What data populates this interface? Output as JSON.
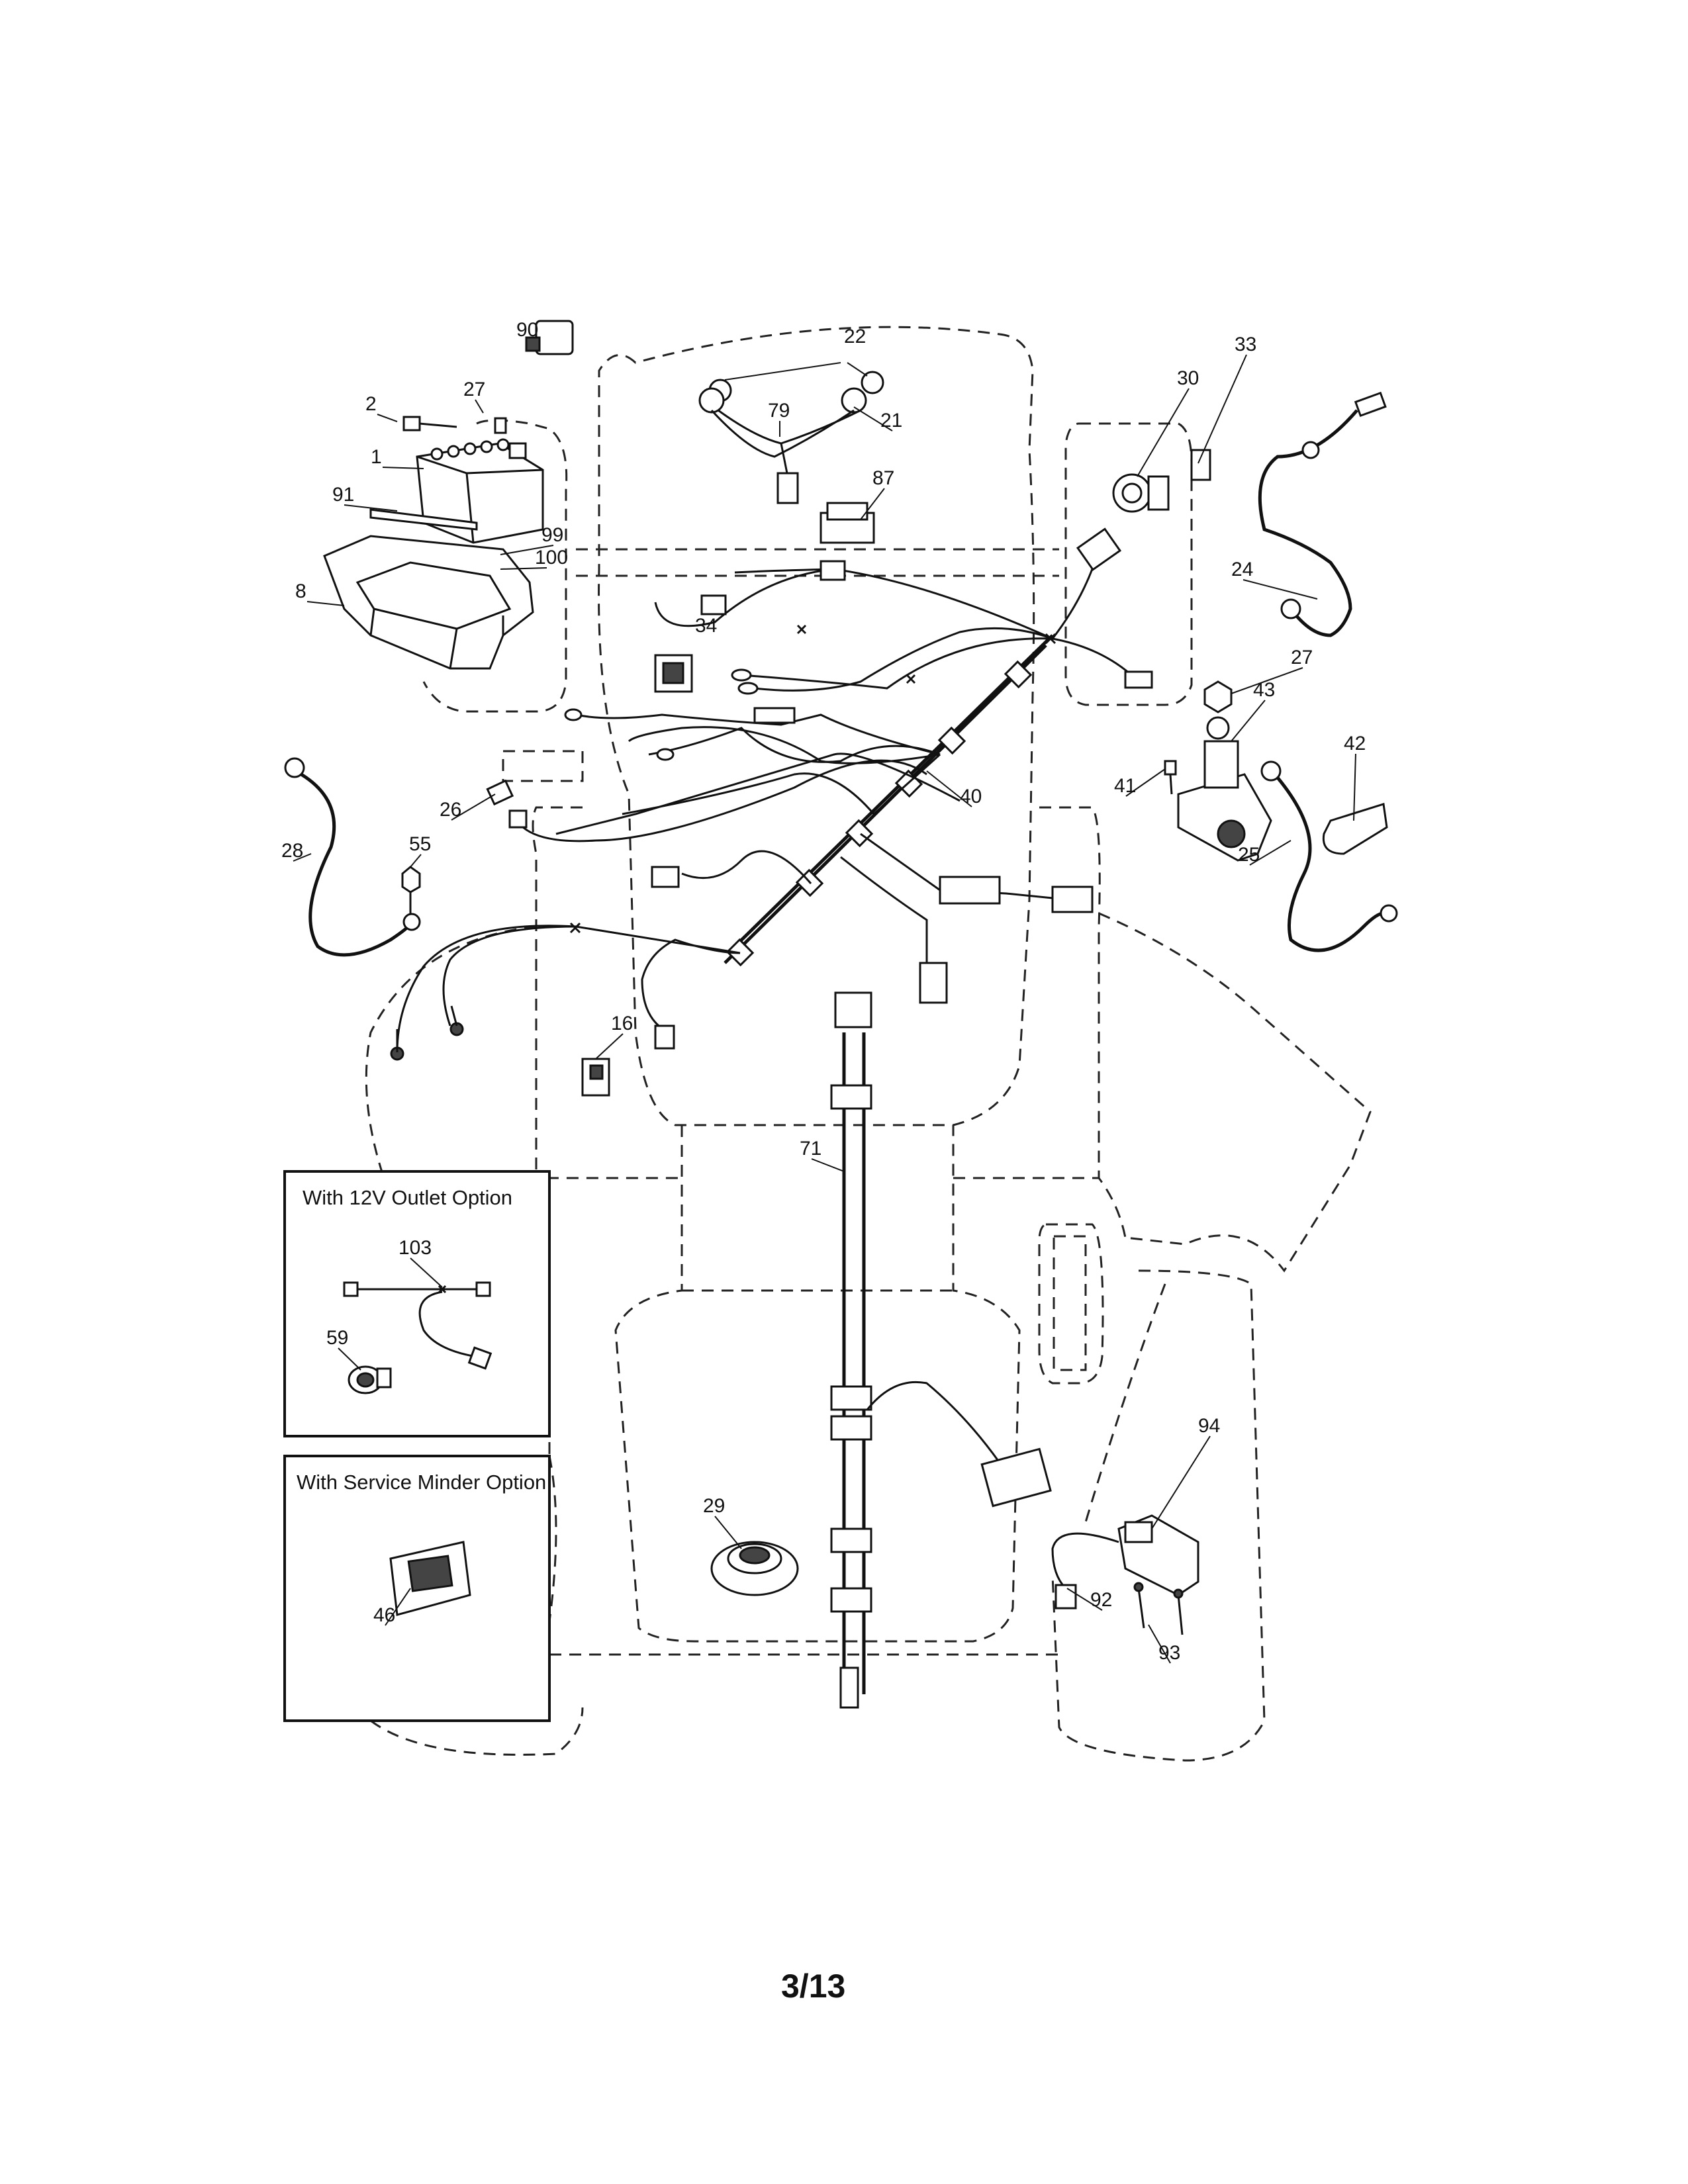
{
  "page_number": "3/13",
  "option_boxes": {
    "outlet_12v": {
      "title": "With 12V Outlet Option"
    },
    "service_minder": {
      "title": "With Service Minder Option"
    }
  },
  "part_labels": {
    "p90": "90",
    "p22": "22",
    "p79": "79",
    "p21": "21",
    "p87": "87",
    "p2": "2",
    "p27a": "27",
    "p1": "1",
    "p91": "91",
    "p99": "99",
    "p100": "100",
    "p8": "8",
    "p34": "34",
    "p30": "30",
    "p33": "33",
    "p24": "24",
    "p27b": "27",
    "p43": "43",
    "p42": "42",
    "p41": "41",
    "p25": "25",
    "p40": "40",
    "p26": "26",
    "p28": "28",
    "p55": "55",
    "p16": "16",
    "p71": "71",
    "p103": "103",
    "p59": "59",
    "p94": "94",
    "p29": "29",
    "p92": "92",
    "p93": "93",
    "p46": "46"
  }
}
